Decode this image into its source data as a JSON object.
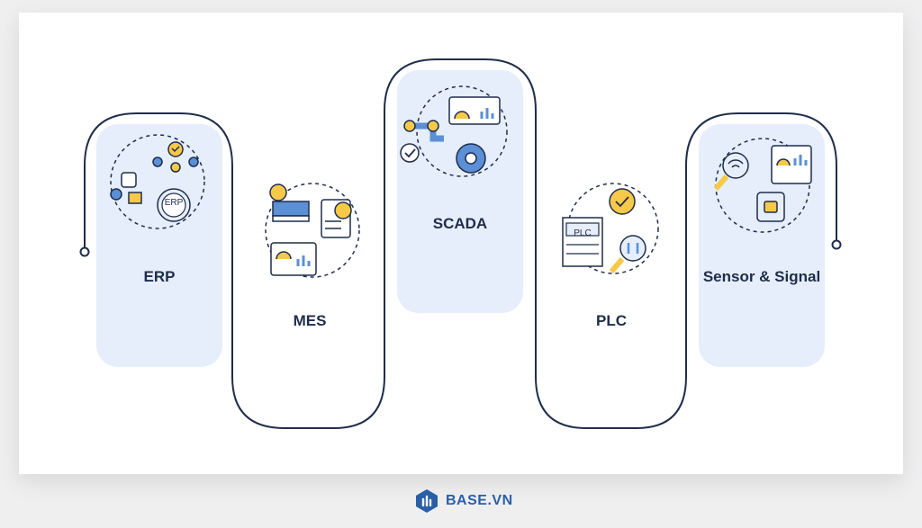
{
  "stages": [
    {
      "label": "ERP"
    },
    {
      "label": "MES"
    },
    {
      "label": "SCADA"
    },
    {
      "label": "PLC"
    },
    {
      "label": "Sensor & Signal"
    }
  ],
  "icons": {
    "erp": {
      "badge": "ERP"
    },
    "plc": {
      "badge": "PLC"
    }
  },
  "brand": {
    "name": "BASE.VN"
  },
  "colors": {
    "outline": "#1f2d4a",
    "fill": "#e6eefc",
    "accent_yellow": "#f7c948",
    "accent_blue": "#5b8fd6"
  }
}
